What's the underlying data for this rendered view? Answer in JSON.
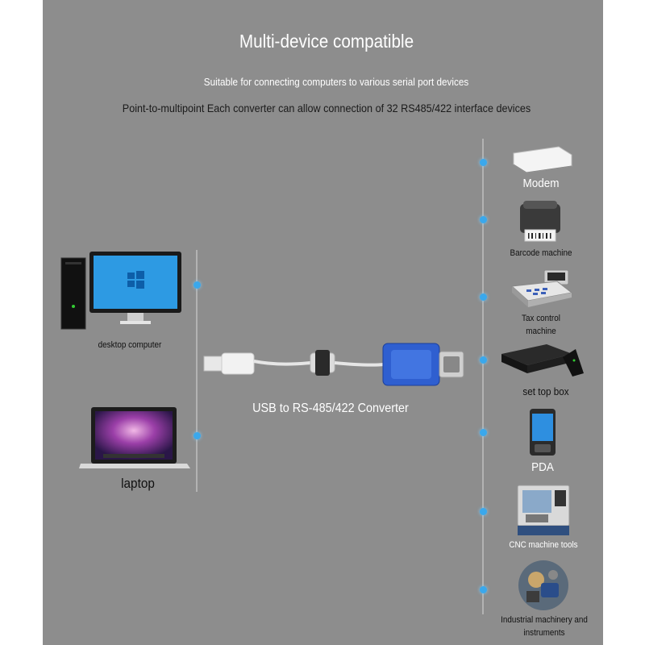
{
  "header": {
    "title": "Multi-device compatible",
    "subtitle": "Suitable for connecting computers to various serial port devices",
    "description": "Point-to-multipoint Each converter can allow connection of 32 RS485/422 interface devices"
  },
  "left_devices": {
    "desktop": "desktop computer",
    "laptop": "laptop"
  },
  "converter_label": "USB to RS-485/422 Converter",
  "right_devices": {
    "modem": "Modem",
    "barcode": "Barcode machine",
    "tax_line1": "Tax control",
    "tax_line2": "machine",
    "settop": "set top box",
    "pda": "PDA",
    "cnc": "CNC machine tools",
    "industrial_line1": "Industrial machinery and",
    "industrial_line2": "instruments"
  },
  "colors": {
    "background": "#8d8d8d",
    "connector_dot": "#3aa8ec",
    "converter_blue": "#2f5fd0"
  }
}
